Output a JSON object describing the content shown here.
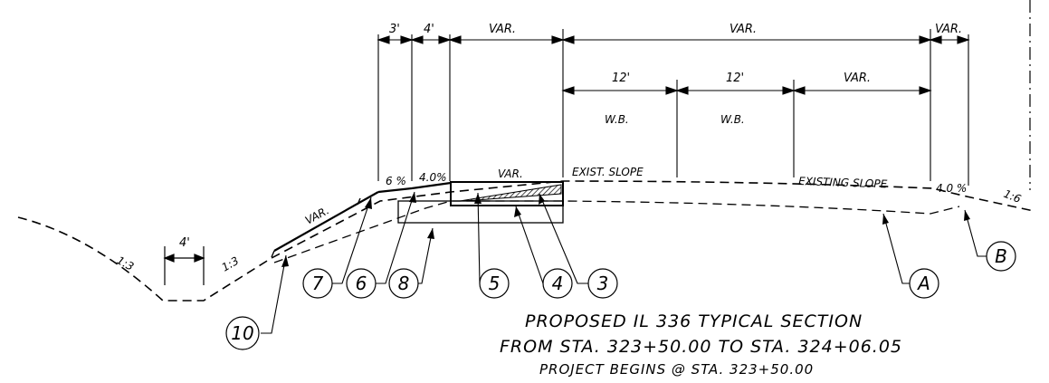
{
  "dimensions": {
    "top": [
      "3'",
      "4'",
      "VAR.",
      "VAR.",
      "VAR."
    ],
    "lanes": [
      "12'",
      "12'",
      "VAR."
    ],
    "lane_labels": [
      "W.B.",
      "W.B."
    ],
    "ditch_bottom": "4'"
  },
  "slopes": {
    "left_outer": "1:3",
    "left_inner": "1:3",
    "right_outer": "1:6",
    "fill_var": "VAR.",
    "shoulder_pct": "6 %",
    "pave_pct_left": "4.0%",
    "var_center": "VAR.",
    "exist_slope": "EXIST. SLOPE",
    "existing_slope": "EXISTING SLOPE",
    "pave_pct_right": "4.0 %"
  },
  "callouts": [
    "10",
    "7",
    "6",
    "8",
    "5",
    "4",
    "3",
    "A",
    "B"
  ],
  "title": {
    "line1": "PROPOSED IL 336 TYPICAL SECTION",
    "line2": "FROM STA. 323+50.00 TO STA. 324+06.05",
    "line3": "PROJECT BEGINS @ STA. 323+50.00"
  }
}
